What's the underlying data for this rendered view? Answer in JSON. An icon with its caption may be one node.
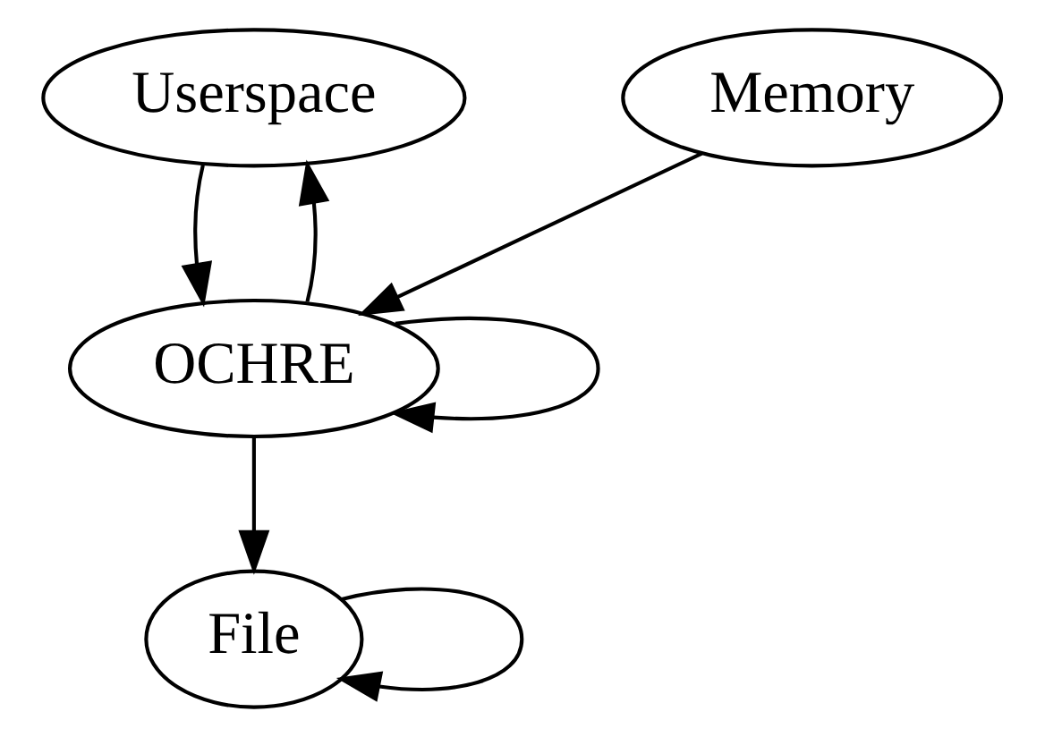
{
  "diagram": {
    "nodes": [
      {
        "text": [
          "Userspace"
        ]
      },
      {
        "text": [
          "OCHRE"
        ]
      },
      {
        "text": [
          "Memory"
        ]
      },
      {
        "text": [
          "File"
        ]
      }
    ],
    "edges": [
      {
        "from": 0,
        "to": 1,
        "arrow": "to"
      },
      {
        "from": 1,
        "to": 0,
        "arrow": "to"
      },
      {
        "from": 2,
        "to": 1,
        "arrow": "to"
      },
      {
        "from": 1,
        "to": 1,
        "arrow": "to"
      },
      {
        "from": 1,
        "to": 3,
        "arrow": "to"
      },
      {
        "from": 3,
        "to": 3,
        "arrow": "to"
      }
    ]
  }
}
